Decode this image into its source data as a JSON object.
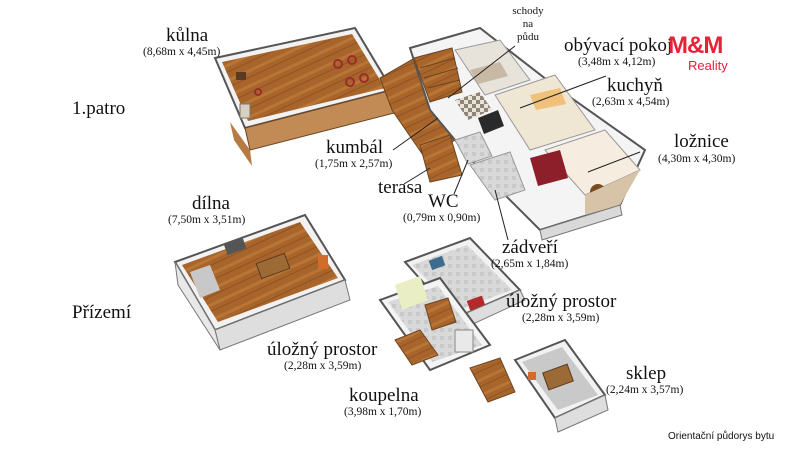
{
  "floors": {
    "upper": "1.patro",
    "ground": "Přízemí"
  },
  "rooms": {
    "kulna": {
      "name": "kůlna",
      "dims": "(8,68m x 4,45m)"
    },
    "obyvaci_pokoj": {
      "name": "obývací pokoj",
      "dims": "(3,48m x 4,12m)"
    },
    "kuchyn": {
      "name": "kuchyň",
      "dims": "(2,63m x 4,54m)"
    },
    "kumbal": {
      "name": "kumbál",
      "dims": "(1,75m x 2,57m)"
    },
    "loznice": {
      "name": "ložnice",
      "dims": "(4,30m x 4,30m)"
    },
    "terasa": {
      "name": "terasa"
    },
    "wc": {
      "name": "WC",
      "dims": "(0,79m x 0,90m)"
    },
    "dilna": {
      "name": "dílna",
      "dims": "(7,50m x 3,51m)"
    },
    "zadveri": {
      "name": "zádveří",
      "dims": "(2,65m x 1,84m)"
    },
    "ulozny_prostor_right": {
      "name": "úložný prostor",
      "dims": "(2,28m x 3,59m)"
    },
    "ulozny_prostor_left": {
      "name": "úložný prostor",
      "dims": "(2,28m x 3,59m)"
    },
    "koupelna": {
      "name": "koupelna",
      "dims": "(3,98m x 1,70m)"
    },
    "sklep": {
      "name": "sklep",
      "dims": "(2,24m x 3,57m)"
    }
  },
  "stairs_note": {
    "line1": "schody",
    "line2": "na",
    "line3": "půdu"
  },
  "logo": {
    "mark": "M&M",
    "sub": "Reality",
    "color": "#e52236"
  },
  "footer_note": "Orientační půdorys bytu"
}
